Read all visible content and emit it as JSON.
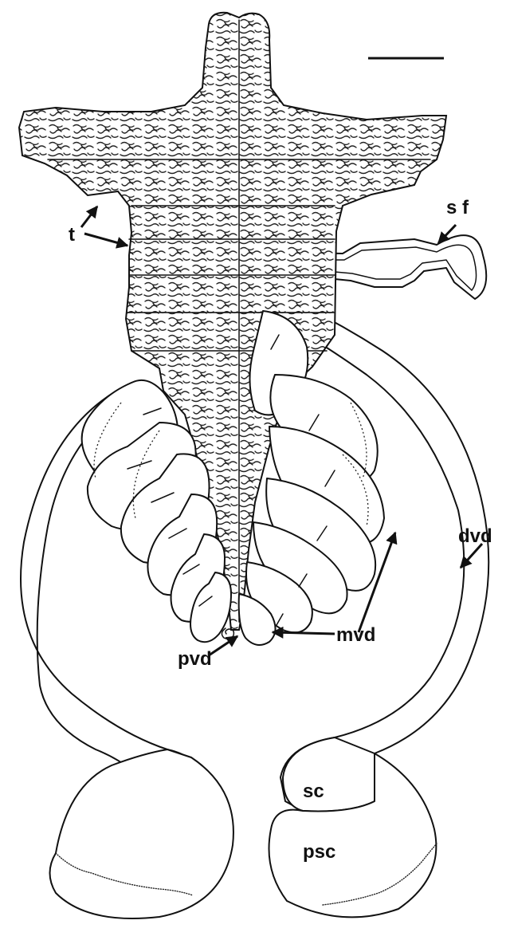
{
  "labels": {
    "t": "t",
    "sf": "s f",
    "dvd": "dvd",
    "mvd": "mvd",
    "pvd": "pvd",
    "sc": "sc",
    "psc": "psc"
  },
  "colors": {
    "ink": "#111111",
    "paper": "#ffffff"
  }
}
